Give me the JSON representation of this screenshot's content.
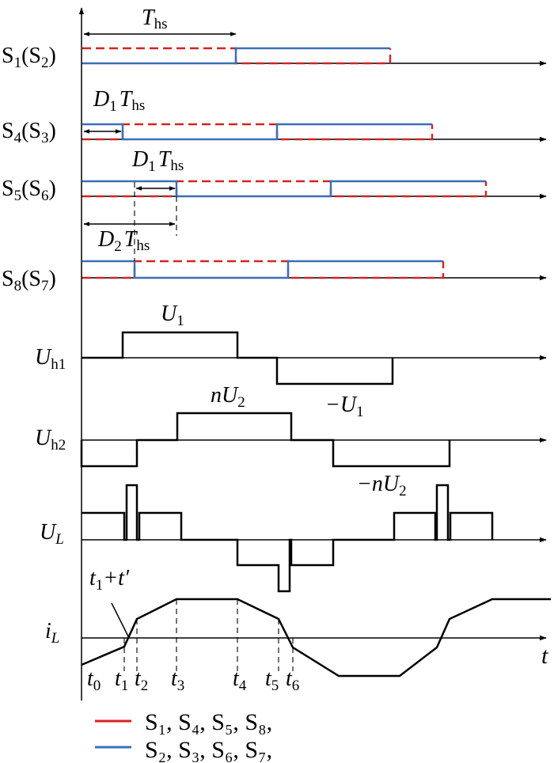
{
  "labels": {
    "t_hs": "T",
    "t_hs_sub": "hs",
    "d1_a": "D",
    "d1_a_sub": "1",
    "d1_a_t": "T",
    "d1_a_tsub": "hs",
    "d1_b": "D",
    "d1_b_sub": "1",
    "d1_b_t": "T",
    "d1_b_tsub": "hs",
    "d2": "D",
    "d2_sub": "2",
    "d2_t": "T",
    "d2_tsub": "hs"
  },
  "rows": {
    "s1s2": {
      "base": "S",
      "sub1": "1",
      "mid": "(S",
      "sub2": "2",
      "end": ")"
    },
    "s4s3": {
      "base": "S",
      "sub1": "4",
      "mid": "(S",
      "sub2": "3",
      "end": ")"
    },
    "s5s6": {
      "base": "S",
      "sub1": "5",
      "mid": "(S",
      "sub2": "6",
      "end": ")"
    },
    "s8s7": {
      "base": "S",
      "sub1": "8",
      "mid": "(S",
      "sub2": "7",
      "end": ")"
    },
    "uh1": {
      "base": "U",
      "sub": "h1"
    },
    "uh2": {
      "base": "U",
      "sub": "h2"
    },
    "ul": {
      "base": "U",
      "sub": "L"
    },
    "il": {
      "base": "i",
      "sub": "L"
    }
  },
  "annotations": {
    "u1": {
      "base": "U",
      "sub": "1"
    },
    "neg_u1": {
      "base": "−U",
      "sub": "1"
    },
    "nu2": {
      "base": "nU",
      "sub": "2"
    },
    "neg_nu2": {
      "base": "−nU",
      "sub": "2"
    },
    "t1_plus": {
      "base": "t",
      "sub": "1",
      "rest": "+t′"
    },
    "t_axis": "t"
  },
  "time_ticks": [
    {
      "base": "t",
      "sub": "0"
    },
    {
      "base": "t",
      "sub": "1"
    },
    {
      "base": "t",
      "sub": "2"
    },
    {
      "base": "t",
      "sub": "3"
    },
    {
      "base": "t",
      "sub": "4"
    },
    {
      "base": "t",
      "sub": "5"
    },
    {
      "base": "t",
      "sub": "6"
    }
  ],
  "legend": {
    "red_text": "S₁, S₄, S₅, S₈,",
    "blue_text": "S₂, S₃, S₆, S₇,",
    "red_color": "#d42222",
    "blue_color": "#3a6fb8"
  },
  "colors": {
    "red": "#d42222",
    "blue": "#3a6fb8",
    "black": "#000000"
  }
}
